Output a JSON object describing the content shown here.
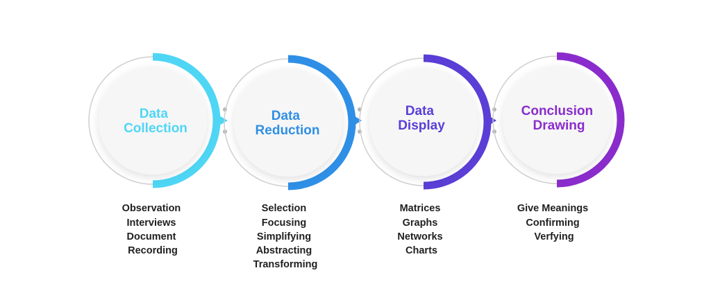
{
  "stages": [
    {
      "title_lines": [
        "Data",
        "Collection"
      ],
      "color": "#4fd6f5",
      "items": [
        "Observation",
        "Interviews",
        "Document",
        "Recording"
      ]
    },
    {
      "title_lines": [
        "Data",
        "Reduction"
      ],
      "color": "#2f8fe6",
      "items": [
        "Selection",
        "Focusing",
        "Simplifying",
        "Abstracting",
        "Transforming"
      ]
    },
    {
      "title_lines": [
        "Data",
        "Display"
      ],
      "color": "#5a3ed6",
      "items": [
        "Matrices",
        "Graphs",
        "Networks",
        "Charts"
      ]
    },
    {
      "title_lines": [
        "Conclusion",
        "Drawing"
      ],
      "color": "#8a2ccc",
      "items": [
        "Give Meanings",
        "Confirming",
        "Verfying"
      ]
    }
  ],
  "colors": {
    "disc_fill": "#f6f6f6",
    "outer_ring": "#cfcfcf",
    "connector_dot": "#b5b5b5",
    "item_text": "#1f1f1f"
  }
}
